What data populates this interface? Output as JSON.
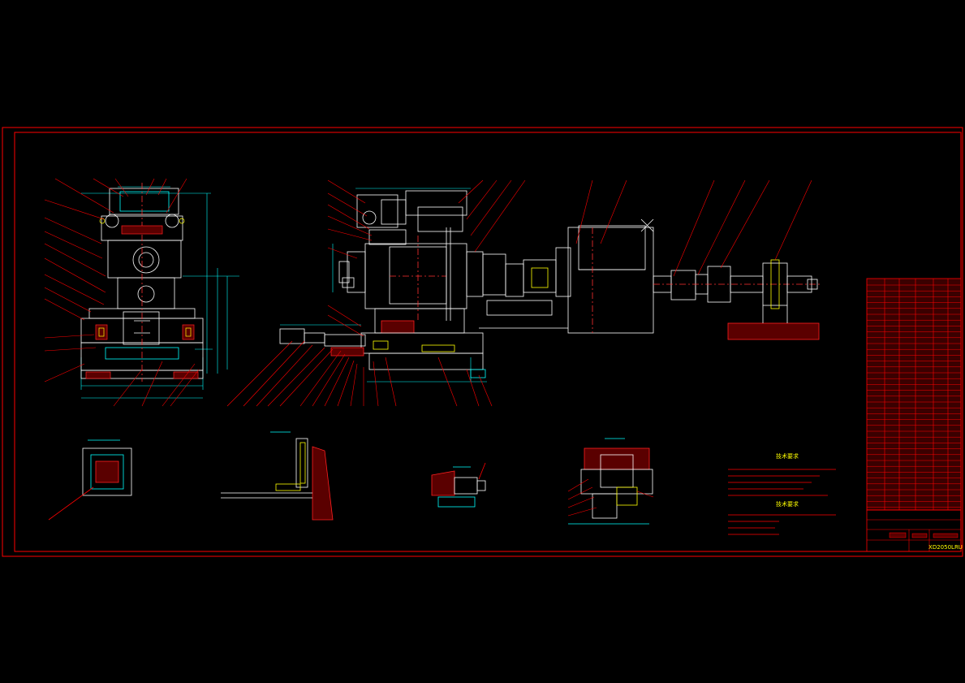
{
  "colors": {
    "background": "#000000",
    "frame": "#ff0000",
    "outline": "#ffffff",
    "dimension": "#00ffff",
    "leader": "#ff0000",
    "hatch": "#ff2020",
    "text_yellow": "#ffff00",
    "center_line": "#ff3030"
  },
  "title_block": {
    "drawing_number": "XD2050LRU"
  },
  "notes": {
    "heading_1": "技术要求",
    "heading_2": "技术要求"
  }
}
